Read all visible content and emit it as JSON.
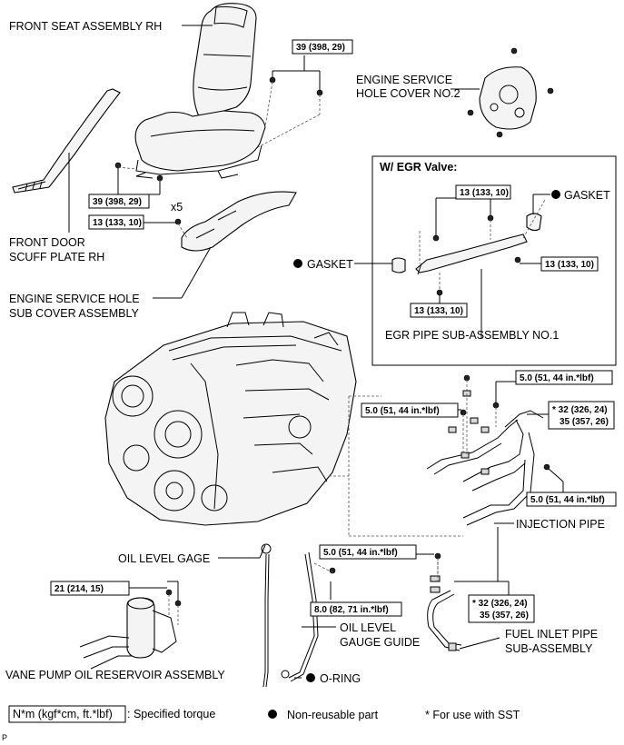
{
  "labels": {
    "front_seat": "FRONT SEAT ASSEMBLY RH",
    "engine_service_cover_1": "ENGINE SERVICE",
    "engine_service_cover_2": "HOLE COVER NO.2",
    "front_door_scuff_1": "FRONT DOOR",
    "front_door_scuff_2": "SCUFF PLATE RH",
    "sub_cover_1": "ENGINE SERVICE HOLE",
    "sub_cover_2": "SUB COVER ASSEMBLY",
    "egr_header": "W/ EGR Valve:",
    "gasket": "GASKET",
    "egr_pipe": "EGR PIPE SUB-ASSEMBLY NO.1",
    "injection_pipe": "INJECTION PIPE",
    "oil_level_gage": "OIL LEVEL GAGE",
    "oil_level_guide_1": "OIL LEVEL",
    "oil_level_guide_2": "GAUGE GUIDE",
    "fuel_inlet_1": "FUEL INLET PIPE",
    "fuel_inlet_2": "SUB-ASSEMBLY",
    "vane_pump": "VANE PUMP OIL RESERVOIR ASSEMBLY",
    "o_ring": "O-RING",
    "x5": "x5"
  },
  "torques": {
    "seat_upper": "39 (398, 29)",
    "seat_lower": "39 (398, 29)",
    "sub_cover": "13 (133, 10)",
    "egr_top": "13 (133, 10)",
    "egr_right": "13 (133, 10)",
    "egr_bottom": "13 (133, 10)",
    "inj_top": "5.0 (51, 44 in.*lbf)",
    "inj_left": "5.0 (51, 44 in.*lbf)",
    "inj_sst_top_1": "* 32 (326, 24)",
    "inj_sst_top_2": "35 (357, 26)",
    "inj_right": "5.0 (51, 44 in.*lbf)",
    "guide_top": "5.0 (51, 44 in.*lbf)",
    "fuel_sst_1": "* 32 (326, 24)",
    "fuel_sst_2": "35 (357, 26)",
    "guide_mid": "8.0 (82, 71 in.*lbf)",
    "vane_pump": "21 (214, 15)"
  },
  "legend": {
    "torque_box": "N*m (kgf*cm, ft.*lbf)",
    "torque_text": ": Specified torque",
    "non_reusable": "Non-reusable part",
    "sst_note": "* For use with SST"
  },
  "corner_mark": "P",
  "icons": {
    "non_reusable": "filled-circle"
  }
}
